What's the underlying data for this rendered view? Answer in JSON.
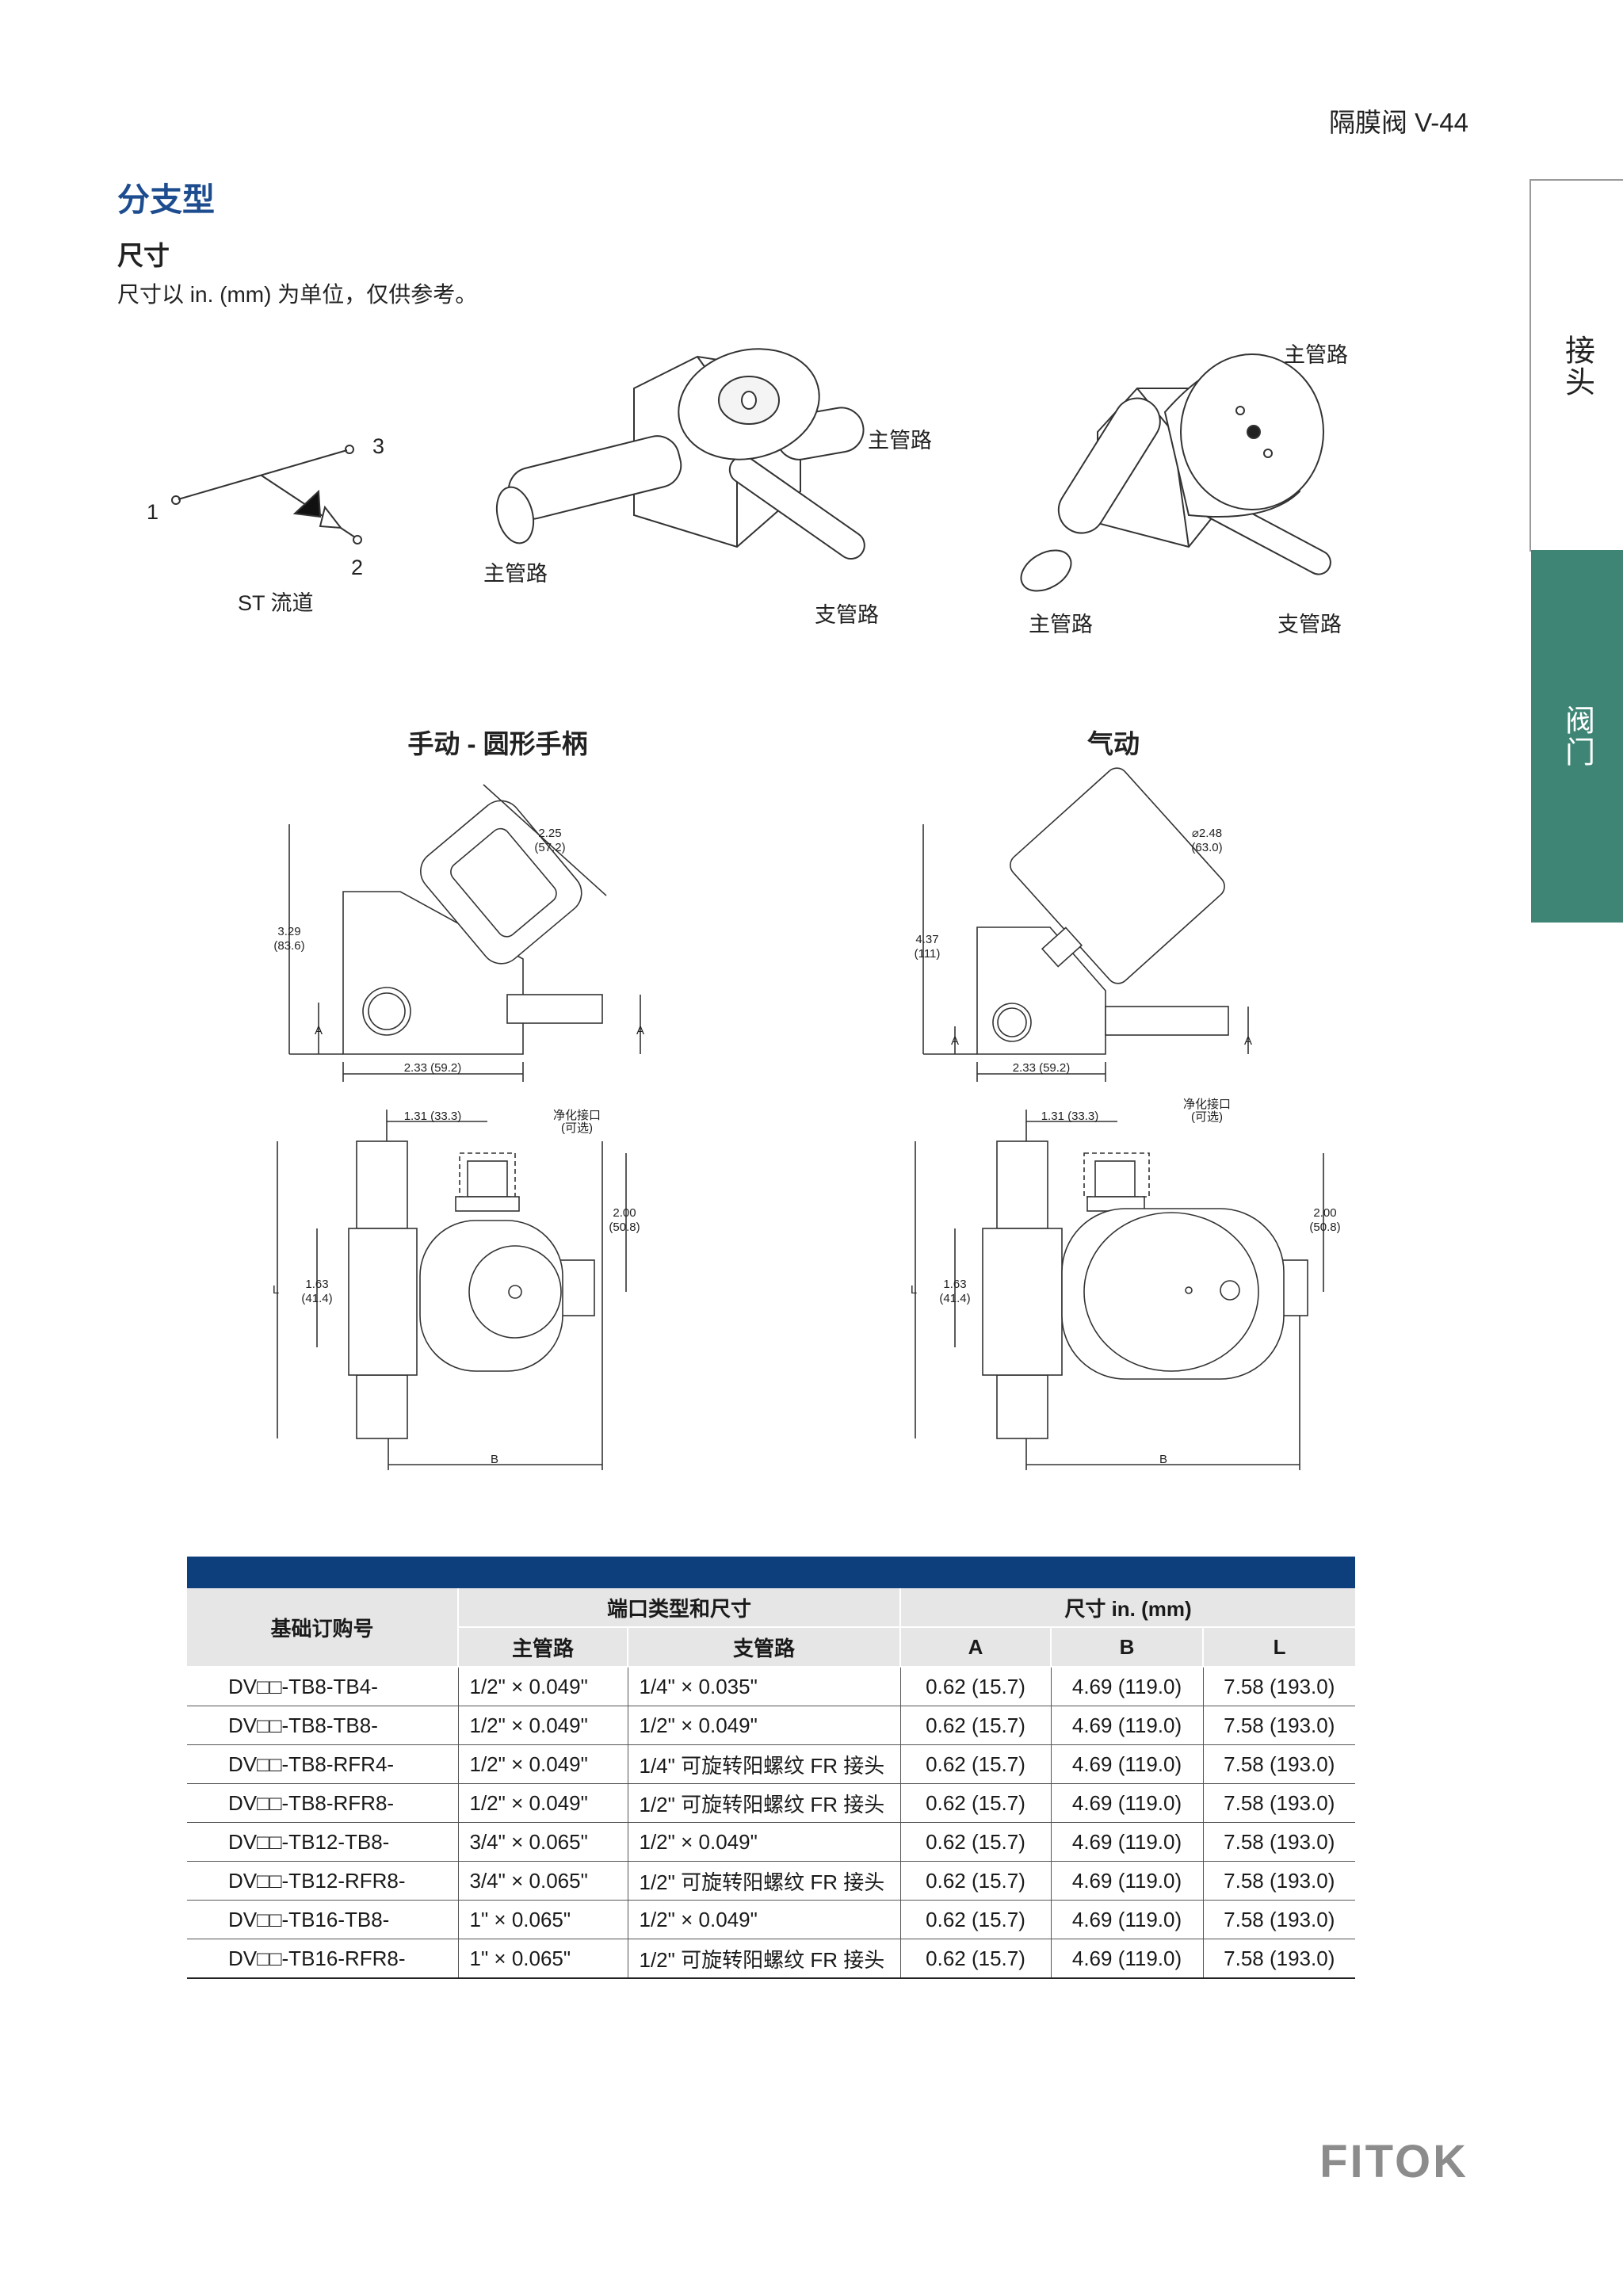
{
  "header": {
    "page_label": "隔膜阀 V-44"
  },
  "side_tabs": [
    {
      "label": "接头",
      "active": false
    },
    {
      "label": "阀门",
      "active": true
    }
  ],
  "section": {
    "title": "分支型",
    "subtitle": "尺寸",
    "note": "尺寸以 in. (mm) 为单位，仅供参考。"
  },
  "flow_diagram": {
    "port_1": "1",
    "port_2": "2",
    "port_3": "3",
    "caption": "ST 流道"
  },
  "illustrations": {
    "manual": {
      "main_line_top": "主管路",
      "main_line_bottom": "主管路",
      "branch_line": "支管路"
    },
    "pneumatic": {
      "main_line_top": "主管路",
      "main_line_bottom": "主管路",
      "branch_line": "支管路"
    }
  },
  "drawings": {
    "manual": {
      "title": "手动 - 圆形手柄",
      "handle_dia_in": "2.25",
      "handle_dia_mm": "(57.2)",
      "height_in": "3.29",
      "height_mm": "(83.6)",
      "width": "2.33 (59.2)",
      "offset": "1.31 (33.3)",
      "purge_port": "净化接口",
      "purge_port_note": "(可选)",
      "depth_in": "2.00",
      "depth_mm": "(50.8)",
      "center_in": "1.63",
      "center_mm": "(41.4)",
      "label_a": "A",
      "label_b": "B",
      "label_l": "L"
    },
    "pneumatic": {
      "title": "气动",
      "actuator_dia_in": "⌀2.48",
      "actuator_dia_mm": "(63.0)",
      "height_in": "4.37",
      "height_mm": "(111)",
      "width": "2.33 (59.2)",
      "offset": "1.31 (33.3)",
      "purge_port": "净化接口",
      "purge_port_note": "(可选)",
      "depth_in": "2.00",
      "depth_mm": "(50.8)",
      "center_in": "1.63",
      "center_mm": "(41.4)",
      "label_a": "A",
      "label_b": "B",
      "label_l": "L"
    }
  },
  "table": {
    "header": {
      "model": "基础订购号",
      "ports_group": "端口类型和尺寸",
      "dims_group": "尺寸 in. (mm)",
      "main": "主管路",
      "branch": "支管路",
      "a": "A",
      "b": "B",
      "l": "L"
    },
    "rows": [
      {
        "model": "DV□□-TB8-TB4-",
        "main": "1/2\" × 0.049\"",
        "branch": "1/4\" × 0.035\"",
        "a": "0.62 (15.7)",
        "b": "4.69 (119.0)",
        "l": "7.58 (193.0)"
      },
      {
        "model": "DV□□-TB8-TB8-",
        "main": "1/2\" × 0.049\"",
        "branch": "1/2\" × 0.049\"",
        "a": "0.62 (15.7)",
        "b": "4.69 (119.0)",
        "l": "7.58 (193.0)"
      },
      {
        "model": "DV□□-TB8-RFR4-",
        "main": "1/2\" × 0.049\"",
        "branch": "1/4\" 可旋转阳螺纹 FR 接头",
        "a": "0.62 (15.7)",
        "b": "4.69 (119.0)",
        "l": "7.58 (193.0)"
      },
      {
        "model": "DV□□-TB8-RFR8-",
        "main": "1/2\" × 0.049\"",
        "branch": "1/2\" 可旋转阳螺纹 FR 接头",
        "a": "0.62 (15.7)",
        "b": "4.69 (119.0)",
        "l": "7.58 (193.0)"
      },
      {
        "model": "DV□□-TB12-TB8-",
        "main": "3/4\" × 0.065\"",
        "branch": "1/2\" × 0.049\"",
        "a": "0.62 (15.7)",
        "b": "4.69 (119.0)",
        "l": "7.58 (193.0)"
      },
      {
        "model": "DV□□-TB12-RFR8-",
        "main": "3/4\" × 0.065\"",
        "branch": "1/2\" 可旋转阳螺纹 FR 接头",
        "a": "0.62 (15.7)",
        "b": "4.69 (119.0)",
        "l": "7.58 (193.0)"
      },
      {
        "model": "DV□□-TB16-TB8-",
        "main": "1\" × 0.065\"",
        "branch": "1/2\" × 0.049\"",
        "a": "0.62 (15.7)",
        "b": "4.69 (119.0)",
        "l": "7.58 (193.0)"
      },
      {
        "model": "DV□□-TB16-RFR8-",
        "main": "1\" × 0.065\"",
        "branch": "1/2\" 可旋转阳螺纹 FR 接头",
        "a": "0.62 (15.7)",
        "b": "4.69 (119.0)",
        "l": "7.58 (193.0)"
      }
    ]
  },
  "footer": {
    "logo": "FITOK"
  }
}
